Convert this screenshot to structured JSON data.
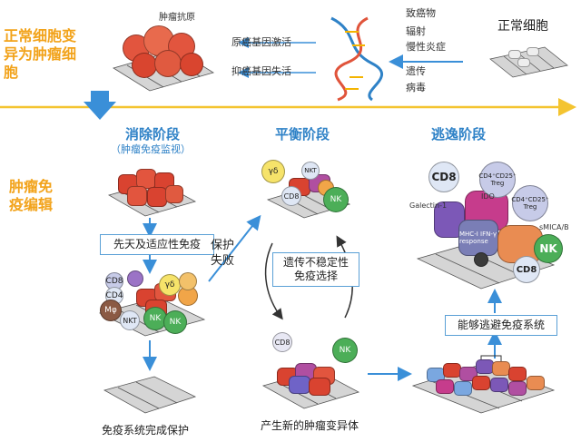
{
  "side": {
    "normal_to_tumor": "正常细胞变异为肿瘤细胞",
    "immunoediting": "肿瘤免疫编辑"
  },
  "top": {
    "tumor_antigen": "肿瘤抗原",
    "oncogene_activation": "原癌基因激活",
    "suppressor_inactivation": "抑癌基因失活",
    "carcinogens": "致癌物",
    "radiation": "辐射",
    "inflammation": "慢性炎症",
    "genetics": "遗传",
    "virus": "病毒",
    "normal_cell": "正常细胞"
  },
  "stages": {
    "elimination": "消除阶段",
    "elimination_sub": "（肿瘤免疫监视）",
    "equilibrium": "平衡阶段",
    "escape": "逃逸阶段"
  },
  "labels": {
    "innate_adaptive": "先天及适应性免疫",
    "protect_fail": "保护失败",
    "genetic_instability": "遗传不稳定性免疫选择",
    "escape_ability": "能够逃避免疫系统",
    "immune_protection": "免疫系统完成保护",
    "new_variants": "产生新的肿瘤变异体"
  },
  "cells": {
    "cd8": "CD8",
    "cd4": "CD4",
    "nk": "NK",
    "nkt": "NKT",
    "gd": "γδ",
    "mph": "Mφ",
    "treg1": "CD4⁺CD25⁺ Treg",
    "treg2": "CD4⁺CD25⁺ Treg",
    "galectin": "Galectin-1",
    "ido": "IDO",
    "mica": "sMICA/B",
    "mhc": "MHC-I IFN-γ response"
  },
  "colors": {
    "stage_blue": "#2f82c7",
    "side_orange": "#f2a31b",
    "arrow_blue": "#3a8fd8",
    "timeline_yellow": "#f4c430"
  }
}
